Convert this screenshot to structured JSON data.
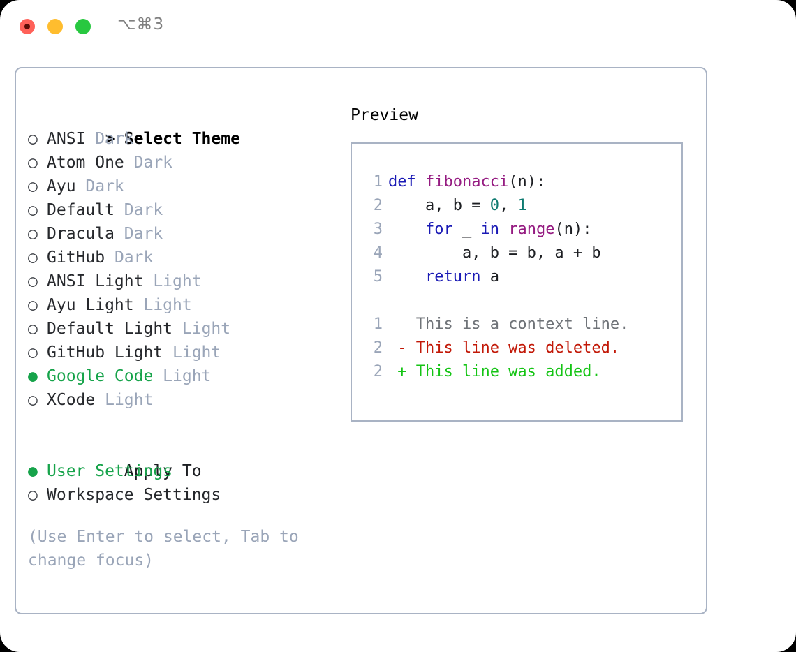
{
  "window": {
    "shortcut": "⌥⌘3",
    "traffic_lights": [
      "close-red",
      "minimize-yellow",
      "maximize-green"
    ]
  },
  "theme_panel": {
    "header": "Select Theme",
    "header_marker": ">",
    "items": [
      {
        "marker": "○",
        "name": "ANSI",
        "category": "Dark",
        "selected": false
      },
      {
        "marker": "○",
        "name": "Atom One",
        "category": "Dark",
        "selected": false
      },
      {
        "marker": "○",
        "name": "Ayu",
        "category": "Dark",
        "selected": false
      },
      {
        "marker": "○",
        "name": "Default",
        "category": "Dark",
        "selected": false
      },
      {
        "marker": "○",
        "name": "Dracula",
        "category": "Dark",
        "selected": false
      },
      {
        "marker": "○",
        "name": "GitHub",
        "category": "Dark",
        "selected": false
      },
      {
        "marker": "○",
        "name": "ANSI Light",
        "category": "Light",
        "selected": false
      },
      {
        "marker": "○",
        "name": "Ayu Light",
        "category": "Light",
        "selected": false
      },
      {
        "marker": "○",
        "name": "Default Light",
        "category": "Light",
        "selected": false
      },
      {
        "marker": "○",
        "name": "GitHub Light",
        "category": "Light",
        "selected": false
      },
      {
        "marker": "●",
        "name": "Google Code",
        "category": "Light",
        "selected": true
      },
      {
        "marker": "○",
        "name": "XCode",
        "category": "Light",
        "selected": false
      }
    ]
  },
  "apply_to": {
    "title": "Apply To",
    "options": [
      {
        "marker": "●",
        "name": "User Settings",
        "selected": true
      },
      {
        "marker": "○",
        "name": "Workspace Settings",
        "selected": false
      }
    ]
  },
  "hint": "(Use Enter to select, Tab to change focus)",
  "preview": {
    "title": "Preview",
    "code_lines": [
      {
        "no": "1",
        "tokens": [
          {
            "t": "def ",
            "c": "kw"
          },
          {
            "t": "fibonacci",
            "c": "fn"
          },
          {
            "t": "(n):",
            "c": "txt"
          }
        ]
      },
      {
        "no": "2",
        "tokens": [
          {
            "t": "    a, b = ",
            "c": "txt"
          },
          {
            "t": "0",
            "c": "num"
          },
          {
            "t": ", ",
            "c": "txt"
          },
          {
            "t": "1",
            "c": "num"
          }
        ]
      },
      {
        "no": "3",
        "tokens": [
          {
            "t": "    ",
            "c": "txt"
          },
          {
            "t": "for",
            "c": "kw"
          },
          {
            "t": " _ ",
            "c": "txt"
          },
          {
            "t": "in",
            "c": "kw"
          },
          {
            "t": " ",
            "c": "txt"
          },
          {
            "t": "range",
            "c": "fn"
          },
          {
            "t": "(n):",
            "c": "txt"
          }
        ]
      },
      {
        "no": "4",
        "tokens": [
          {
            "t": "        a, b = b, a + b",
            "c": "txt"
          }
        ]
      },
      {
        "no": "5",
        "tokens": [
          {
            "t": "    ",
            "c": "txt"
          },
          {
            "t": "return",
            "c": "kw"
          },
          {
            "t": " a",
            "c": "txt"
          }
        ]
      }
    ],
    "diff_lines": [
      {
        "no": "1",
        "marker": " ",
        "text": "This is a context line.",
        "kind": "ctx"
      },
      {
        "no": "2",
        "marker": "-",
        "text": "This line was deleted.",
        "kind": "del"
      },
      {
        "no": "2",
        "marker": "+",
        "text": "This line was added.",
        "kind": "add"
      }
    ]
  },
  "colors": {
    "accent_green": "#16a34a",
    "dim_gray": "#9aa5b8",
    "border": "#a9b3c4",
    "keyword": "#1a1ab5",
    "function": "#951b81",
    "number": "#0d7a70",
    "diff_added": "#15c415",
    "diff_deleted": "#c21807"
  }
}
